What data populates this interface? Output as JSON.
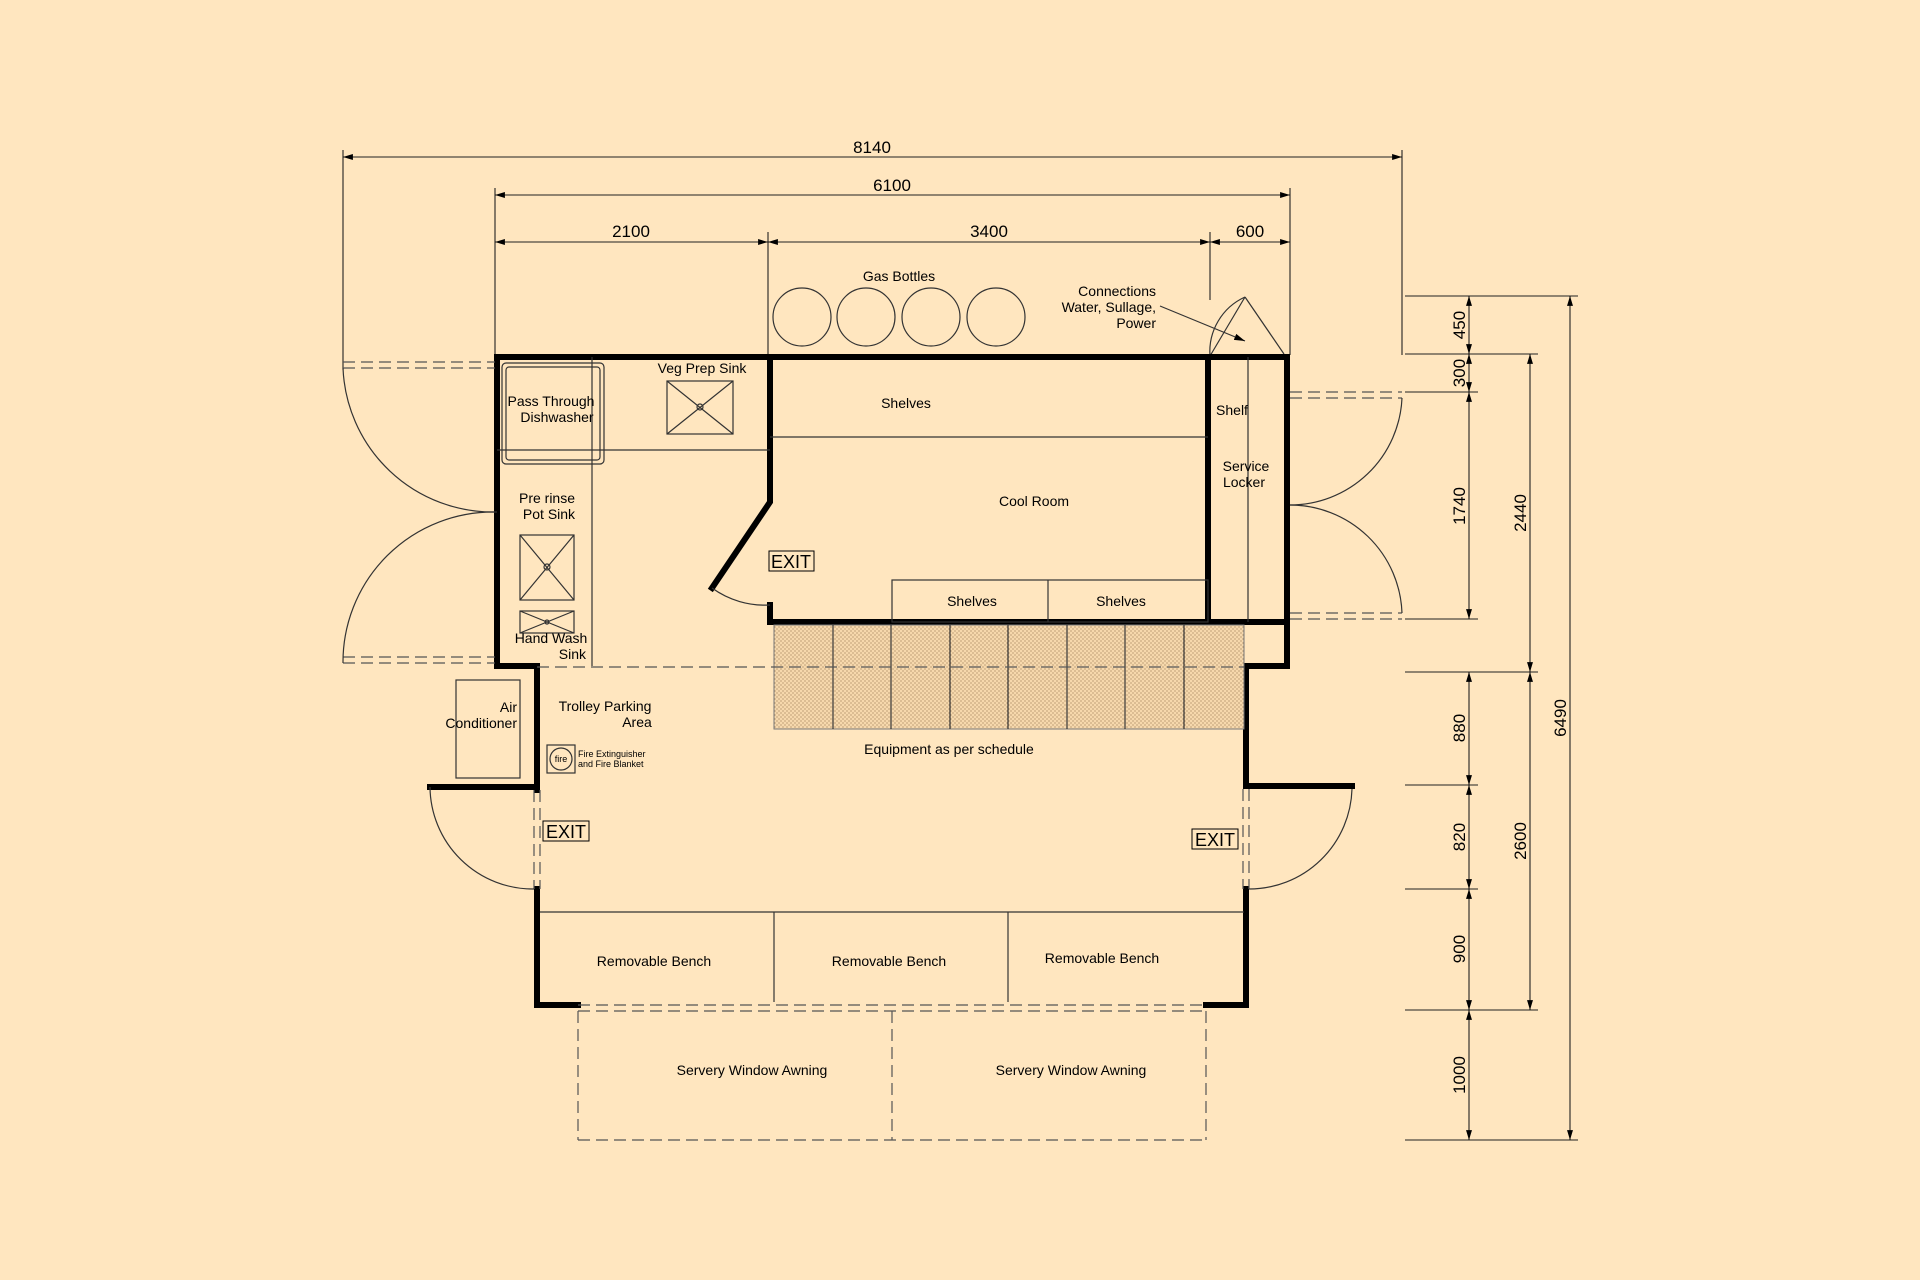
{
  "dimensions": {
    "top_overall": "8140",
    "top_mid": "6100",
    "top_left": "2100",
    "top_center": "3400",
    "top_right": "600",
    "right_450": "450",
    "right_300": "300",
    "right_1740": "1740",
    "right_2440": "2440",
    "right_880": "880",
    "right_820": "820",
    "right_900": "900",
    "right_2600": "2600",
    "right_1000": "1000",
    "right_6490": "6490"
  },
  "labels": {
    "gas_bottles": "Gas Bottles",
    "connections_1": "Connections",
    "connections_2": "Water, Sullage,",
    "connections_3": "Power",
    "veg_prep_sink": "Veg Prep Sink",
    "pass_through_1": "Pass Through",
    "pass_through_2": "Dishwasher",
    "shelves_top": "Shelves",
    "cool_room": "Cool Room",
    "shelf": "Shelf",
    "service_locker_1": "Service",
    "service_locker_2": "Locker",
    "pre_rinse_1": "Pre rinse",
    "pre_rinse_2": "Pot Sink",
    "hand_wash_1": "Hand Wash",
    "hand_wash_2": "Sink",
    "shelves_bottom_left": "Shelves",
    "shelves_bottom_right": "Shelves",
    "air_conditioner_1": "Air",
    "air_conditioner_2": "Conditioner",
    "trolley_1": "Trolley Parking",
    "trolley_2": "Area",
    "fire_icon_text": "fire",
    "fire_ext_1": "Fire Extinguisher",
    "fire_ext_2": "and Fire Blanket",
    "equipment": "Equipment as per schedule",
    "bench_1": "Removable Bench",
    "bench_2": "Removable Bench",
    "bench_3": "Removable Bench",
    "awning_1": "Servery Window Awning",
    "awning_2": "Servery Window Awning"
  },
  "exits": {
    "exit_coolroom": "EXIT",
    "exit_left": "EXIT",
    "exit_right": "EXIT"
  },
  "colors": {
    "background": "#ffe6bf",
    "line": "#000000",
    "equipment_fill": "#f2d3a8"
  }
}
